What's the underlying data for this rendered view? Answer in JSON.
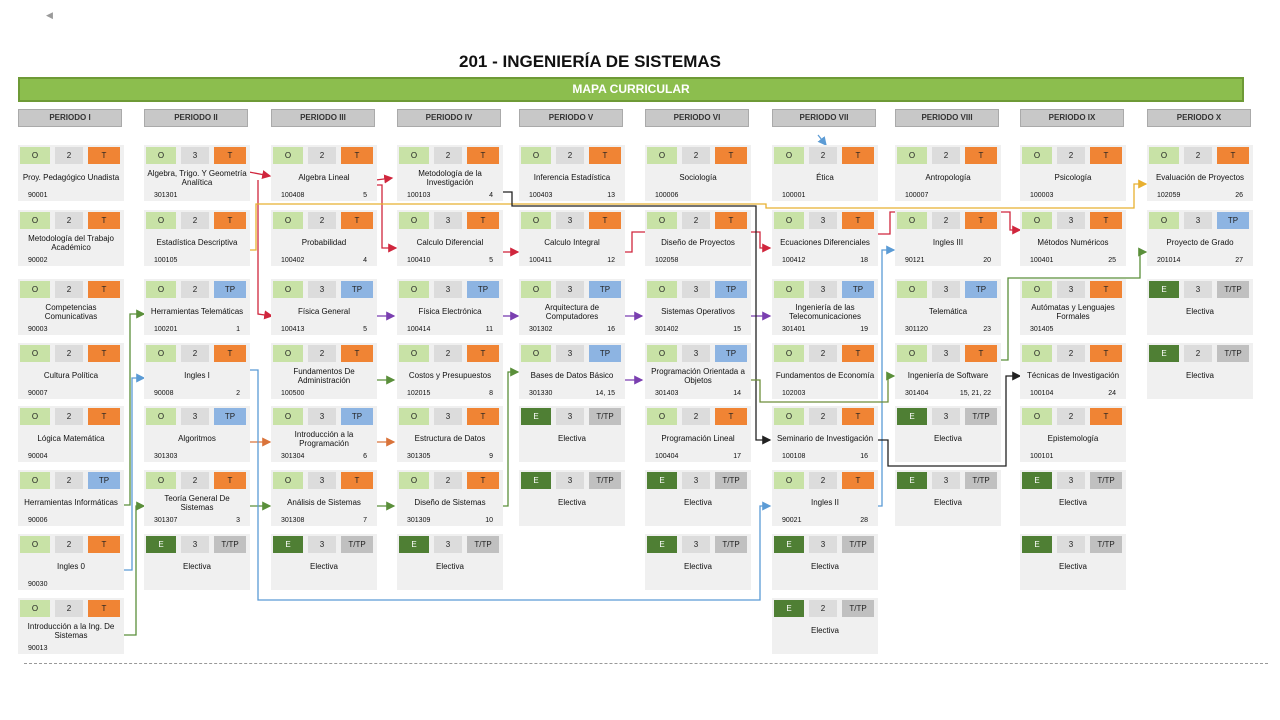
{
  "title": "201 - INGENIERÍA DE SISTEMAS",
  "banner": "MAPA CURRICULAR",
  "speaker_icon": "speaker-icon",
  "periods": [
    "PERIODO I",
    "PERIODO II",
    "PERIODO III",
    "PERIODO IV",
    "PERIODO V",
    "PERIODO VI",
    "PERIODO VII",
    "PERIODO VIII",
    "PERIODO IX",
    "PERIODO X"
  ],
  "colors": {
    "obligatory": "#c8e2a6",
    "elective": "#4f7f34",
    "theory": "#f08434",
    "practice": "#8db4e2",
    "mixed": "#c0c0c0",
    "banner": "#8cbe4e"
  },
  "courses": [
    {
      "col": 0,
      "row": 0,
      "t": "O",
      "c": "2",
      "k": "T",
      "name": "Proy. Pedagógico Unadista",
      "code": "90001",
      "extra": ""
    },
    {
      "col": 0,
      "row": 1,
      "t": "O",
      "c": "2",
      "k": "T",
      "name": "Metodología del Trabajo Académico",
      "code": "90002",
      "extra": ""
    },
    {
      "col": 0,
      "row": 2,
      "t": "O",
      "c": "2",
      "k": "T",
      "name": "Competencias Comunicativas",
      "code": "90003",
      "extra": ""
    },
    {
      "col": 0,
      "row": 3,
      "t": "O",
      "c": "2",
      "k": "T",
      "name": "Cultura Política",
      "code": "90007",
      "extra": ""
    },
    {
      "col": 0,
      "row": 4,
      "t": "O",
      "c": "2",
      "k": "T",
      "name": "Lógica Matemática",
      "code": "90004",
      "extra": ""
    },
    {
      "col": 0,
      "row": 5,
      "t": "O",
      "c": "2",
      "k": "TP",
      "name": "Herramientas Informáticas",
      "code": "90006",
      "extra": ""
    },
    {
      "col": 0,
      "row": 6,
      "t": "O",
      "c": "2",
      "k": "T",
      "name": "Ingles 0",
      "code": "90030",
      "extra": ""
    },
    {
      "col": 0,
      "row": 7,
      "t": "O",
      "c": "2",
      "k": "T",
      "name": "Introducción a la Ing. De Sistemas",
      "code": "90013",
      "extra": ""
    },
    {
      "col": 1,
      "row": 0,
      "t": "O",
      "c": "3",
      "k": "T",
      "name": "Algebra, Trigo. Y Geometría Analítica",
      "code": "301301",
      "extra": ""
    },
    {
      "col": 1,
      "row": 1,
      "t": "O",
      "c": "2",
      "k": "T",
      "name": "Estadística Descriptiva",
      "code": "100105",
      "extra": ""
    },
    {
      "col": 1,
      "row": 2,
      "t": "O",
      "c": "2",
      "k": "TP",
      "name": "Herramientas Telemáticas",
      "code": "100201",
      "extra": "1"
    },
    {
      "col": 1,
      "row": 3,
      "t": "O",
      "c": "2",
      "k": "T",
      "name": "Ingles I",
      "code": "90008",
      "extra": "2"
    },
    {
      "col": 1,
      "row": 4,
      "t": "O",
      "c": "3",
      "k": "TP",
      "name": "Algoritmos",
      "code": "301303",
      "extra": ""
    },
    {
      "col": 1,
      "row": 5,
      "t": "O",
      "c": "2",
      "k": "T",
      "name": "Teoría General De Sistemas",
      "code": "301307",
      "extra": "3"
    },
    {
      "col": 1,
      "row": 6,
      "t": "E",
      "c": "3",
      "k": "T/TP",
      "name": "Electiva",
      "code": "",
      "extra": ""
    },
    {
      "col": 2,
      "row": 0,
      "t": "O",
      "c": "2",
      "k": "T",
      "name": "Algebra Lineal",
      "code": "100408",
      "extra": "5"
    },
    {
      "col": 2,
      "row": 1,
      "t": "O",
      "c": "2",
      "k": "T",
      "name": "Probabilidad",
      "code": "100402",
      "extra": "4"
    },
    {
      "col": 2,
      "row": 2,
      "t": "O",
      "c": "3",
      "k": "TP",
      "name": "Física General",
      "code": "100413",
      "extra": "5"
    },
    {
      "col": 2,
      "row": 3,
      "t": "O",
      "c": "2",
      "k": "T",
      "name": "Fundamentos De Administración",
      "code": "100500",
      "extra": ""
    },
    {
      "col": 2,
      "row": 4,
      "t": "O",
      "c": "3",
      "k": "TP",
      "name": "Introducción a la Programación",
      "code": "301304",
      "extra": "6"
    },
    {
      "col": 2,
      "row": 5,
      "t": "O",
      "c": "3",
      "k": "T",
      "name": "Análisis de Sistemas",
      "code": "301308",
      "extra": "7"
    },
    {
      "col": 2,
      "row": 6,
      "t": "E",
      "c": "3",
      "k": "T/TP",
      "name": "Electiva",
      "code": "",
      "extra": ""
    },
    {
      "col": 3,
      "row": 0,
      "t": "O",
      "c": "2",
      "k": "T",
      "name": "Metodología de la Investigación",
      "code": "100103",
      "extra": "4"
    },
    {
      "col": 3,
      "row": 1,
      "t": "O",
      "c": "3",
      "k": "T",
      "name": "Calculo Diferencial",
      "code": "100410",
      "extra": "5"
    },
    {
      "col": 3,
      "row": 2,
      "t": "O",
      "c": "3",
      "k": "TP",
      "name": "Física Electrónica",
      "code": "100414",
      "extra": "11"
    },
    {
      "col": 3,
      "row": 3,
      "t": "O",
      "c": "2",
      "k": "T",
      "name": "Costos y Presupuestos",
      "code": "102015",
      "extra": "8"
    },
    {
      "col": 3,
      "row": 4,
      "t": "O",
      "c": "3",
      "k": "T",
      "name": "Estructura de Datos",
      "code": "301305",
      "extra": "9"
    },
    {
      "col": 3,
      "row": 5,
      "t": "O",
      "c": "2",
      "k": "T",
      "name": "Diseño de Sistemas",
      "code": "301309",
      "extra": "10"
    },
    {
      "col": 3,
      "row": 6,
      "t": "E",
      "c": "3",
      "k": "T/TP",
      "name": "Electiva",
      "code": "",
      "extra": ""
    },
    {
      "col": 4,
      "row": 0,
      "t": "O",
      "c": "2",
      "k": "T",
      "name": "Inferencia Estadística",
      "code": "100403",
      "extra": "13"
    },
    {
      "col": 4,
      "row": 1,
      "t": "O",
      "c": "3",
      "k": "T",
      "name": "Calculo Integral",
      "code": "100411",
      "extra": "12"
    },
    {
      "col": 4,
      "row": 2,
      "t": "O",
      "c": "3",
      "k": "TP",
      "name": "Arquitectura de Computadores",
      "code": "301302",
      "extra": "16"
    },
    {
      "col": 4,
      "row": 3,
      "t": "O",
      "c": "3",
      "k": "TP",
      "name": "Bases de Datos Básico",
      "code": "301330",
      "extra": "14, 15"
    },
    {
      "col": 4,
      "row": 4,
      "t": "E",
      "c": "3",
      "k": "T/TP",
      "name": "Electiva",
      "code": "",
      "extra": ""
    },
    {
      "col": 4,
      "row": 5,
      "t": "E",
      "c": "3",
      "k": "T/TP",
      "name": "Electiva",
      "code": "",
      "extra": ""
    },
    {
      "col": 5,
      "row": 0,
      "t": "O",
      "c": "2",
      "k": "T",
      "name": "Sociología",
      "code": "100006",
      "extra": ""
    },
    {
      "col": 5,
      "row": 1,
      "t": "O",
      "c": "2",
      "k": "T",
      "name": "Diseño de Proyectos",
      "code": "102058",
      "extra": ""
    },
    {
      "col": 5,
      "row": 2,
      "t": "O",
      "c": "3",
      "k": "TP",
      "name": "Sistemas Operativos",
      "code": "301402",
      "extra": "15"
    },
    {
      "col": 5,
      "row": 3,
      "t": "O",
      "c": "3",
      "k": "TP",
      "name": "Programación Orientada a Objetos",
      "code": "301403",
      "extra": "14"
    },
    {
      "col": 5,
      "row": 4,
      "t": "O",
      "c": "2",
      "k": "T",
      "name": "Programación Lineal",
      "code": "100404",
      "extra": "17"
    },
    {
      "col": 5,
      "row": 5,
      "t": "E",
      "c": "3",
      "k": "T/TP",
      "name": "Electiva",
      "code": "",
      "extra": ""
    },
    {
      "col": 5,
      "row": 6,
      "t": "E",
      "c": "3",
      "k": "T/TP",
      "name": "Electiva",
      "code": "",
      "extra": ""
    },
    {
      "col": 6,
      "row": 0,
      "t": "O",
      "c": "2",
      "k": "T",
      "name": "Ética",
      "code": "100001",
      "extra": ""
    },
    {
      "col": 6,
      "row": 1,
      "t": "O",
      "c": "3",
      "k": "T",
      "name": "Ecuaciones Diferenciales",
      "code": "100412",
      "extra": "18"
    },
    {
      "col": 6,
      "row": 2,
      "t": "O",
      "c": "3",
      "k": "TP",
      "name": "Ingeniería de las Telecomunicaciones",
      "code": "301401",
      "extra": "19"
    },
    {
      "col": 6,
      "row": 3,
      "t": "O",
      "c": "2",
      "k": "T",
      "name": "Fundamentos de Economía",
      "code": "102003",
      "extra": ""
    },
    {
      "col": 6,
      "row": 4,
      "t": "O",
      "c": "2",
      "k": "T",
      "name": "Seminario de Investigación",
      "code": "100108",
      "extra": "16"
    },
    {
      "col": 6,
      "row": 5,
      "t": "O",
      "c": "2",
      "k": "T",
      "name": "Ingles II",
      "code": "90021",
      "extra": "28"
    },
    {
      "col": 6,
      "row": 6,
      "t": "E",
      "c": "3",
      "k": "T/TP",
      "name": "Electiva",
      "code": "",
      "extra": ""
    },
    {
      "col": 6,
      "row": 7,
      "t": "E",
      "c": "2",
      "k": "T/TP",
      "name": "Electiva",
      "code": "",
      "extra": ""
    },
    {
      "col": 7,
      "row": 0,
      "t": "O",
      "c": "2",
      "k": "T",
      "name": "Antropología",
      "code": "100007",
      "extra": ""
    },
    {
      "col": 7,
      "row": 1,
      "t": "O",
      "c": "2",
      "k": "T",
      "name": "Ingles III",
      "code": "90121",
      "extra": "20"
    },
    {
      "col": 7,
      "row": 2,
      "t": "O",
      "c": "3",
      "k": "TP",
      "name": "Telemática",
      "code": "301120",
      "extra": "23"
    },
    {
      "col": 7,
      "row": 3,
      "t": "O",
      "c": "3",
      "k": "T",
      "name": "Ingeniería de Software",
      "code": "301404",
      "extra": "15, 21, 22"
    },
    {
      "col": 7,
      "row": 4,
      "t": "E",
      "c": "3",
      "k": "T/TP",
      "name": "Electiva",
      "code": "",
      "extra": ""
    },
    {
      "col": 7,
      "row": 5,
      "t": "E",
      "c": "3",
      "k": "T/TP",
      "name": "Electiva",
      "code": "",
      "extra": ""
    },
    {
      "col": 8,
      "row": 0,
      "t": "O",
      "c": "2",
      "k": "T",
      "name": "Psicología",
      "code": "100003",
      "extra": ""
    },
    {
      "col": 8,
      "row": 1,
      "t": "O",
      "c": "3",
      "k": "T",
      "name": "Métodos Numéricos",
      "code": "100401",
      "extra": "25"
    },
    {
      "col": 8,
      "row": 2,
      "t": "O",
      "c": "3",
      "k": "T",
      "name": "Autómatas y Lenguajes Formales",
      "code": "301405",
      "extra": ""
    },
    {
      "col": 8,
      "row": 3,
      "t": "O",
      "c": "2",
      "k": "T",
      "name": "Técnicas de Investigación",
      "code": "100104",
      "extra": "24"
    },
    {
      "col": 8,
      "row": 4,
      "t": "O",
      "c": "2",
      "k": "T",
      "name": "Epistemología",
      "code": "100101",
      "extra": ""
    },
    {
      "col": 8,
      "row": 5,
      "t": "E",
      "c": "3",
      "k": "T/TP",
      "name": "Electiva",
      "code": "",
      "extra": ""
    },
    {
      "col": 8,
      "row": 6,
      "t": "E",
      "c": "3",
      "k": "T/TP",
      "name": "Electiva",
      "code": "",
      "extra": ""
    },
    {
      "col": 9,
      "row": 0,
      "t": "O",
      "c": "2",
      "k": "T",
      "name": "Evaluación de Proyectos",
      "code": "102059",
      "extra": "26"
    },
    {
      "col": 9,
      "row": 1,
      "t": "O",
      "c": "3",
      "k": "TP",
      "name": "Proyecto de Grado",
      "code": "201014",
      "extra": "27"
    },
    {
      "col": 9,
      "row": 2,
      "t": "E",
      "c": "3",
      "k": "T/TP",
      "name": "Electiva",
      "code": "",
      "extra": ""
    },
    {
      "col": 9,
      "row": 3,
      "t": "E",
      "c": "2",
      "k": "T/TP",
      "name": "Electiva",
      "code": "",
      "extra": ""
    }
  ]
}
